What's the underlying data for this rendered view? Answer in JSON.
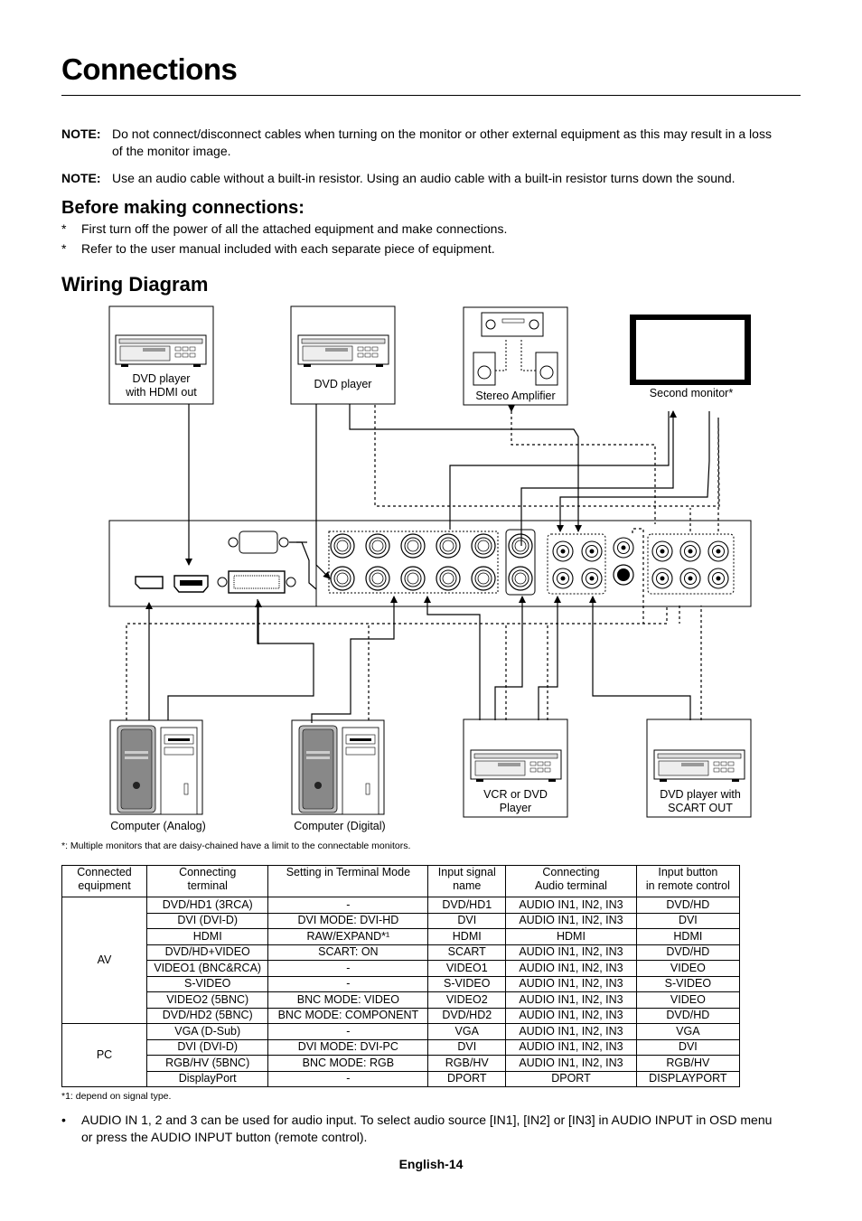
{
  "heading": "Connections",
  "notes": [
    {
      "label": "NOTE:",
      "text": "Do not connect/disconnect cables when turning on the monitor or other external equipment as this may result in a loss of the monitor image."
    },
    {
      "label": "NOTE:",
      "text": "Use an audio cable without a built-in resistor. Using an audio cable with a built-in resistor turns down the sound."
    }
  ],
  "before_heading": "Before making connections:",
  "before_items": [
    {
      "marker": "*",
      "text": "First turn off the power of all the attached equipment and make connections."
    },
    {
      "marker": "*",
      "text": "Refer to the user manual included with each separate piece of equipment."
    }
  ],
  "wiring_heading": "Wiring Diagram",
  "diagram": {
    "dvd_hdmi": "DVD player\nwith HDMI out",
    "dvd": "DVD player",
    "amp": "Stereo Amplifier",
    "second_monitor": "Second monitor*",
    "comp_analog": "Computer (Analog)",
    "comp_digital": "Computer (Digital)",
    "vcr": "VCR or DVD\nPlayer",
    "dvd_scart": "DVD player with\nSCART OUT"
  },
  "diagram_footnote": "*: Multiple monitors that are daisy-chained have a limit to the connectable monitors.",
  "table": {
    "headers": [
      "Connected\nequipment",
      "Connecting\nterminal",
      "Setting in Terminal Mode",
      "Input signal\nname",
      "Connecting\nAudio terminal",
      "Input button\nin remote control"
    ],
    "groups": [
      {
        "name": "AV",
        "rows": [
          [
            "DVD/HD1 (3RCA)",
            "-",
            "DVD/HD1",
            "AUDIO IN1, IN2, IN3",
            "DVD/HD"
          ],
          [
            "DVI (DVI-D)",
            "DVI MODE: DVI-HD",
            "DVI",
            "AUDIO IN1, IN2, IN3",
            "DVI"
          ],
          [
            "HDMI",
            "RAW/EXPAND*¹",
            "HDMI",
            "HDMI",
            "HDMI"
          ],
          [
            "DVD/HD+VIDEO",
            "SCART: ON",
            "SCART",
            "AUDIO IN1, IN2, IN3",
            "DVD/HD"
          ],
          [
            "VIDEO1 (BNC&RCA)",
            "-",
            "VIDEO1",
            "AUDIO IN1, IN2, IN3",
            "VIDEO"
          ],
          [
            "S-VIDEO",
            "-",
            "S-VIDEO",
            "AUDIO IN1, IN2, IN3",
            "S-VIDEO"
          ],
          [
            "VIDEO2 (5BNC)",
            "BNC MODE: VIDEO",
            "VIDEO2",
            "AUDIO IN1, IN2, IN3",
            "VIDEO"
          ],
          [
            "DVD/HD2 (5BNC)",
            "BNC MODE: COMPONENT",
            "DVD/HD2",
            "AUDIO IN1, IN2, IN3",
            "DVD/HD"
          ]
        ]
      },
      {
        "name": "PC",
        "rows": [
          [
            "VGA (D-Sub)",
            "-",
            "VGA",
            "AUDIO IN1, IN2, IN3",
            "VGA"
          ],
          [
            "DVI (DVI-D)",
            "DVI MODE: DVI-PC",
            "DVI",
            "AUDIO IN1, IN2, IN3",
            "DVI"
          ],
          [
            "RGB/HV (5BNC)",
            "BNC MODE: RGB",
            "RGB/HV",
            "AUDIO IN1, IN2, IN3",
            "RGB/HV"
          ],
          [
            "DisplayPort",
            "-",
            "DPORT",
            "DPORT",
            "DISPLAYPORT"
          ]
        ]
      }
    ]
  },
  "table_footnote": "*1: depend on signal type.",
  "audio_note": {
    "marker": "•",
    "text": "AUDIO IN 1, 2 and 3 can be used for audio input. To select audio source [IN1], [IN2] or [IN3] in AUDIO INPUT in OSD menu or press the AUDIO INPUT button (remote control)."
  },
  "page_number": "English-14"
}
